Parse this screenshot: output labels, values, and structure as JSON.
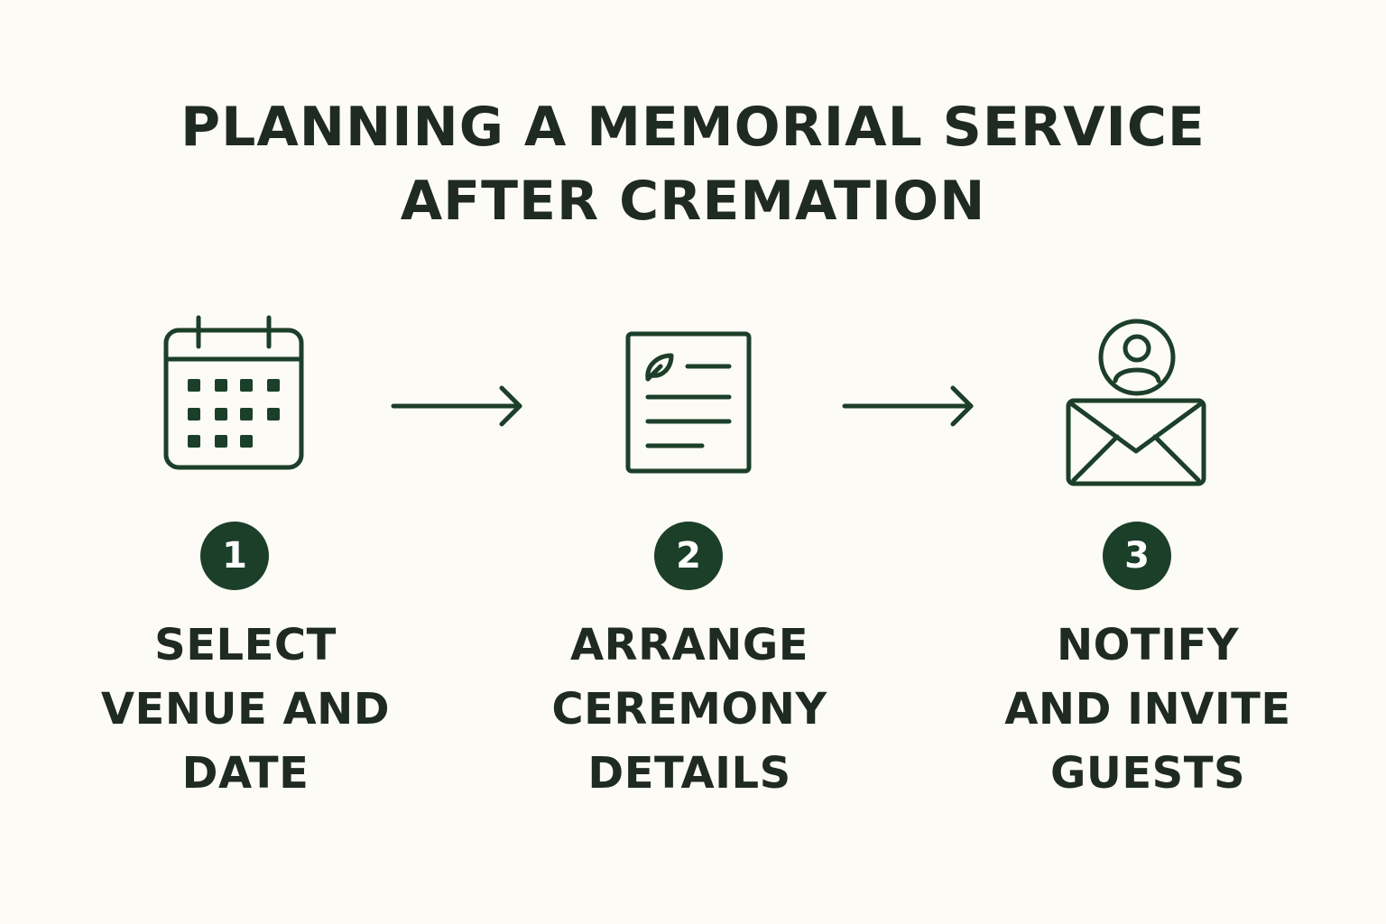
{
  "title": {
    "line1": "PLANNING A MEMORIAL SERVICE",
    "line2": "AFTER CREMATION"
  },
  "colors": {
    "background": "#fcfbf5",
    "accent": "#1c3f29",
    "text": "#1e2a22"
  },
  "steps": [
    {
      "number": "1",
      "icon": "calendar-icon",
      "label_lines": [
        "SELECT",
        "VENUE AND",
        "DATE"
      ]
    },
    {
      "number": "2",
      "icon": "document-leaf-icon",
      "label_lines": [
        "ARRANGE",
        "CEREMONY",
        "DETAILS"
      ]
    },
    {
      "number": "3",
      "icon": "invitation-envelope-icon",
      "label_lines": [
        "NOTIFY",
        "AND INVITE",
        "GUESTS"
      ]
    }
  ]
}
